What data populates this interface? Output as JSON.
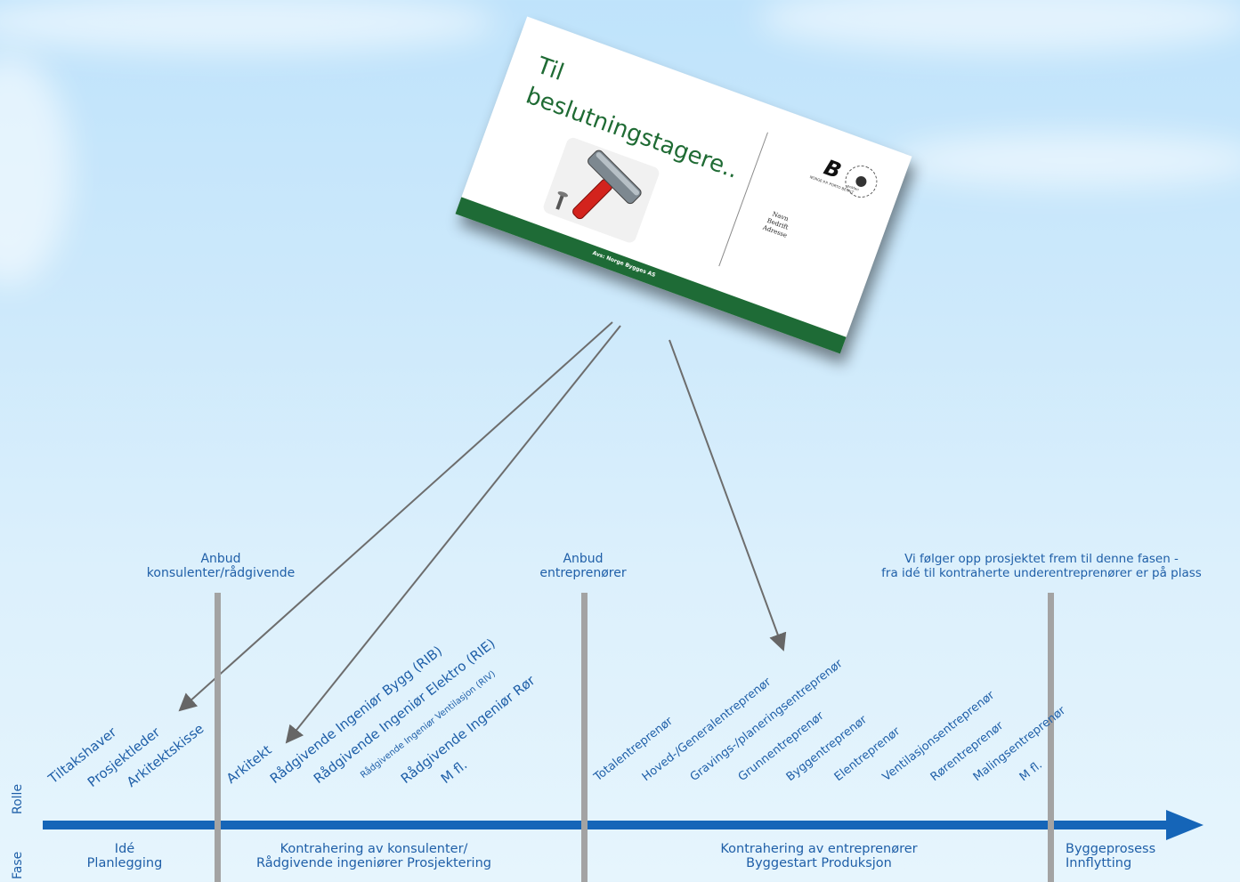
{
  "card": {
    "title_line1": "Til",
    "title_line2": "beslutningstagere..",
    "footer": "Avs: Norge Bygges AS",
    "stamp_letter": "B",
    "stamp_sub": "NORGE P.P. PORTO BETALT",
    "seal_label": "posten",
    "address": [
      "Navn",
      "Bedrift",
      "Adresse"
    ],
    "icon": "hammer-icon"
  },
  "headers": {
    "h1": [
      "Anbud",
      "konsulenter/rådgivende"
    ],
    "h2": [
      "Anbud",
      "entreprenører"
    ],
    "h3": [
      "Vi følger opp prosjektet frem til denne fasen -",
      "fra idé til kontraherte underentreprenører er på plass"
    ]
  },
  "axis": {
    "rolle": "Rolle",
    "fase": "Fase"
  },
  "roles_group1": [
    "Tiltakshaver",
    "Prosjektleder",
    "Arkitektskisse"
  ],
  "roles_group2": [
    "Arkitekt",
    "Rådgivende Ingeniør Bygg (RIB)",
    "Rådgivende Ingeniør Elektro (RIE)",
    "Rådgivende Ingeniør Ventilasjon (RIV)",
    "Rådgivende Ingeniør Rør",
    "M fl."
  ],
  "roles_group3": [
    "Totalentreprenør",
    "Hoved-/Generalentreprenør",
    "Gravings-/planeringsentreprenør",
    "Grunnentreprenør",
    "Byggentreprenør",
    "Elentreprenør",
    "Ventilasjonsentreprenør",
    "Rørentreprenør",
    "Malingsentreprenør",
    "M fl."
  ],
  "phases": [
    [
      "Idé",
      "Planlegging"
    ],
    [
      "Kontrahering av konsulenter/",
      "Rådgivende ingeniører Prosjektering"
    ],
    [
      "Kontrahering av entreprenører",
      "Byggestart Produksjon"
    ],
    [
      "Byggeprosess",
      "Innflytting"
    ]
  ],
  "colors": {
    "text": "#1f5fa8",
    "arrow": "#1565b8",
    "green": "#1e6b36",
    "divider": "#a3a3a3"
  }
}
